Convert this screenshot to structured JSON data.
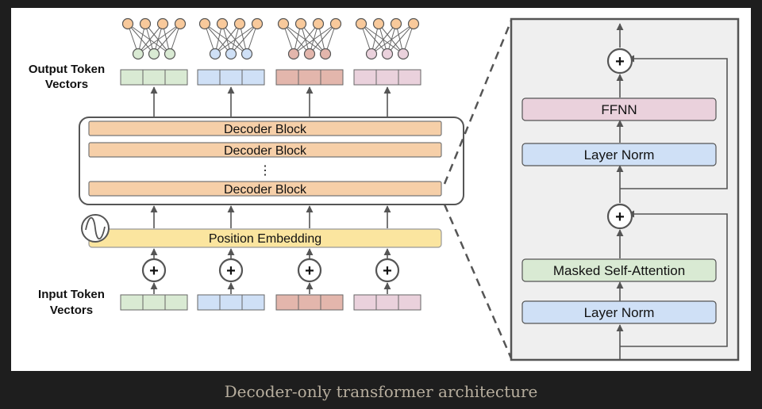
{
  "colors": {
    "background": "#1e1e1e",
    "panel": "#ffffff",
    "orange": "#f6cfa8",
    "green": "#d9ead3",
    "blue": "#cfe0f6",
    "red": "#e3b6ac",
    "pink": "#ead1dc",
    "yellow": "#fbe59f",
    "node_orange": "#f8c99b",
    "zoom_panel": "#efefef",
    "stroke": "#555555"
  },
  "diagram": {
    "output_label_line1": "Output Token",
    "output_label_line2": "Vectors",
    "input_label_line1": "Input Token",
    "input_label_line2": "Vectors",
    "decoder_blocks": [
      "Decoder Block",
      "Decoder Block",
      "Decoder Block"
    ],
    "ellipsis": "⋮",
    "position_embedding": "Position Embedding",
    "plus_symbol": "+",
    "sine_icon": "sine-wave-icon",
    "token_colors": [
      "green",
      "blue",
      "red",
      "pink"
    ],
    "zoom": {
      "ffnn": "FFNN",
      "layer_norm_top": "Layer Norm",
      "masked_attention": "Masked Self-Attention",
      "layer_norm_bottom": "Layer Norm"
    }
  },
  "caption": "Decoder-only transformer architecture"
}
